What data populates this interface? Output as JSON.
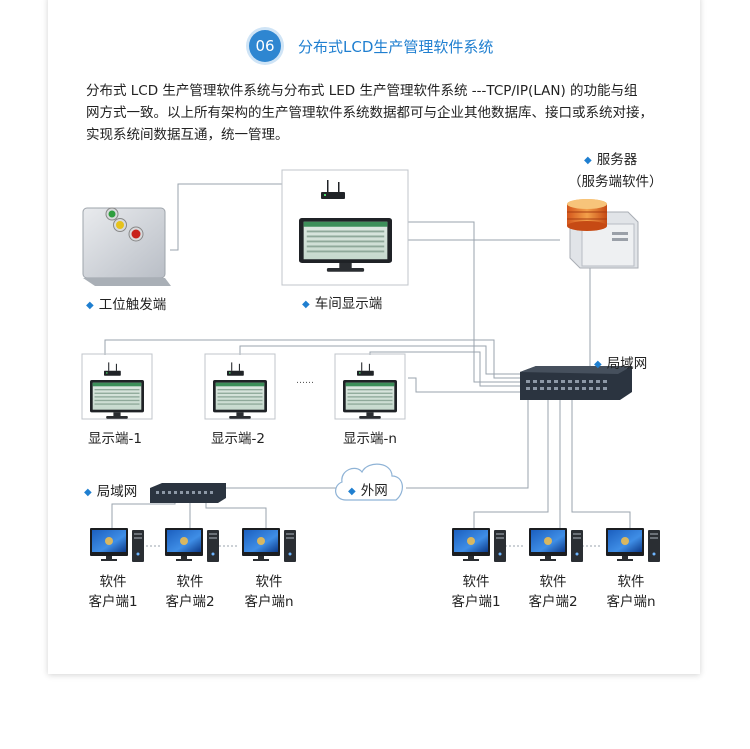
{
  "header": {
    "number": "06",
    "title": "分布式LCD生产管理软件系统"
  },
  "description": {
    "lines": [
      "分布式 LCD 生产管理软件系统与分布式 LED 生产管理软件系统 ---TCP/IP(LAN) 的功能与组",
      "网方式一致。以上所有架构的生产管理软件系统数据都可与企业其他数据库、接口或系统对接，",
      "实现系统间数据互通，统一管理。"
    ]
  },
  "labels": {
    "server_line1": "服务器",
    "server_line2": "（服务端软件）",
    "station": "工位触发端",
    "workshop": "车间显示端",
    "lan_right": "局域网",
    "lan_left": "局域网",
    "display1": "显示端-1",
    "display2": "显示端-2",
    "displayn": "显示端-n",
    "ellipsis": "……",
    "wan": "外网",
    "clients_left": [
      {
        "line1": "软件",
        "line2": "客户端1"
      },
      {
        "line1": "软件",
        "line2": "客户端2"
      },
      {
        "line1": "软件",
        "line2": "客户端n"
      }
    ],
    "clients_right": [
      {
        "line1": "软件",
        "line2": "客户端1"
      },
      {
        "line1": "软件",
        "line2": "客户端2"
      },
      {
        "line1": "软件",
        "line2": "客户端n"
      }
    ]
  },
  "colors": {
    "accent": "#1f7fd0",
    "line": "#9aa3ad",
    "switch": "#2b3440"
  }
}
